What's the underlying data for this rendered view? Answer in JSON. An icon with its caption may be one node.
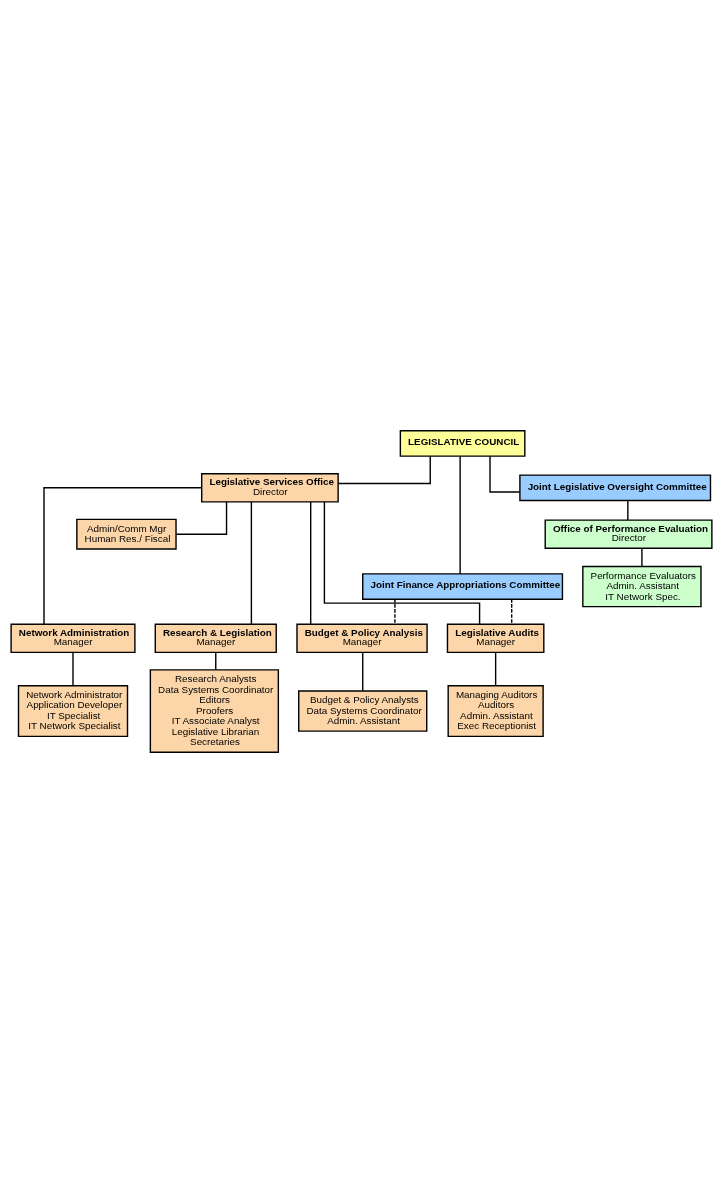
{
  "diagram": {
    "nodes": [
      {
        "text": [
          "LEGISLATIVE COUNCIL"
        ]
      },
      {
        "text": [
          "Legislative Services Office",
          "Director"
        ]
      },
      {
        "text": [
          "Joint Legislative Oversight Committee"
        ]
      },
      {
        "text": [
          "Office of Performance Evaluation",
          "Director"
        ]
      },
      {
        "text": [
          "Performance Evaluators",
          "Admin. Assistant",
          "IT Network Spec."
        ]
      },
      {
        "text": [
          "Admin/Comm Mgr",
          "Human Res./ Fiscal"
        ]
      },
      {
        "text": [
          "Joint Finance Appropriations Committee"
        ]
      },
      {
        "text": [
          "Budget & Policy Analysis",
          "Manager"
        ]
      },
      {
        "text": [
          "Research & Legislation",
          "Manager"
        ]
      },
      {
        "text": [
          "Budget & Policy Analysts",
          "Data Systems Coordinator",
          "Admin. Assistant"
        ]
      },
      {
        "text": [
          "Research Analysts",
          "Data Systems Coordinator",
          "Editors",
          "Proofers",
          "IT Associate Analyst",
          "Legislative Librarian",
          "Secretaries"
        ]
      },
      {
        "text": [
          "Legislative Audits",
          "Manager"
        ]
      },
      {
        "text": [
          "Network Administration",
          "Manager"
        ]
      },
      {
        "text": [
          "Managing Auditors",
          "Auditors",
          "Admin. Assistant",
          "Exec Receptionist"
        ]
      },
      {
        "text": [
          "Network Administrator",
          "Application Developer",
          "IT Specialist",
          "IT Network Specialist"
        ]
      }
    ],
    "edges": [
      {
        "from": 0,
        "to": 1,
        "arrow": "none"
      },
      {
        "from": 0,
        "to": 2,
        "arrow": "none"
      },
      {
        "from": 0,
        "to": 6,
        "arrow": "none"
      },
      {
        "from": 2,
        "to": 3,
        "arrow": "none"
      },
      {
        "from": 3,
        "to": 4,
        "arrow": "none"
      },
      {
        "from": 1,
        "to": 5,
        "arrow": "none"
      },
      {
        "from": 1,
        "to": 7,
        "arrow": "none"
      },
      {
        "from": 1,
        "to": 8,
        "arrow": "none"
      },
      {
        "from": 1,
        "to": 11,
        "arrow": "none"
      },
      {
        "from": 1,
        "to": 12,
        "arrow": "none"
      },
      {
        "from": 6,
        "to": 7,
        "arrow": "none",
        "style": "dashed"
      },
      {
        "from": 6,
        "to": 11,
        "arrow": "none",
        "style": "dashed"
      },
      {
        "from": 7,
        "to": 9,
        "arrow": "none"
      },
      {
        "from": 8,
        "to": 10,
        "arrow": "none"
      },
      {
        "from": 11,
        "to": 13,
        "arrow": "none"
      },
      {
        "from": 12,
        "to": 14,
        "arrow": "none"
      }
    ]
  }
}
